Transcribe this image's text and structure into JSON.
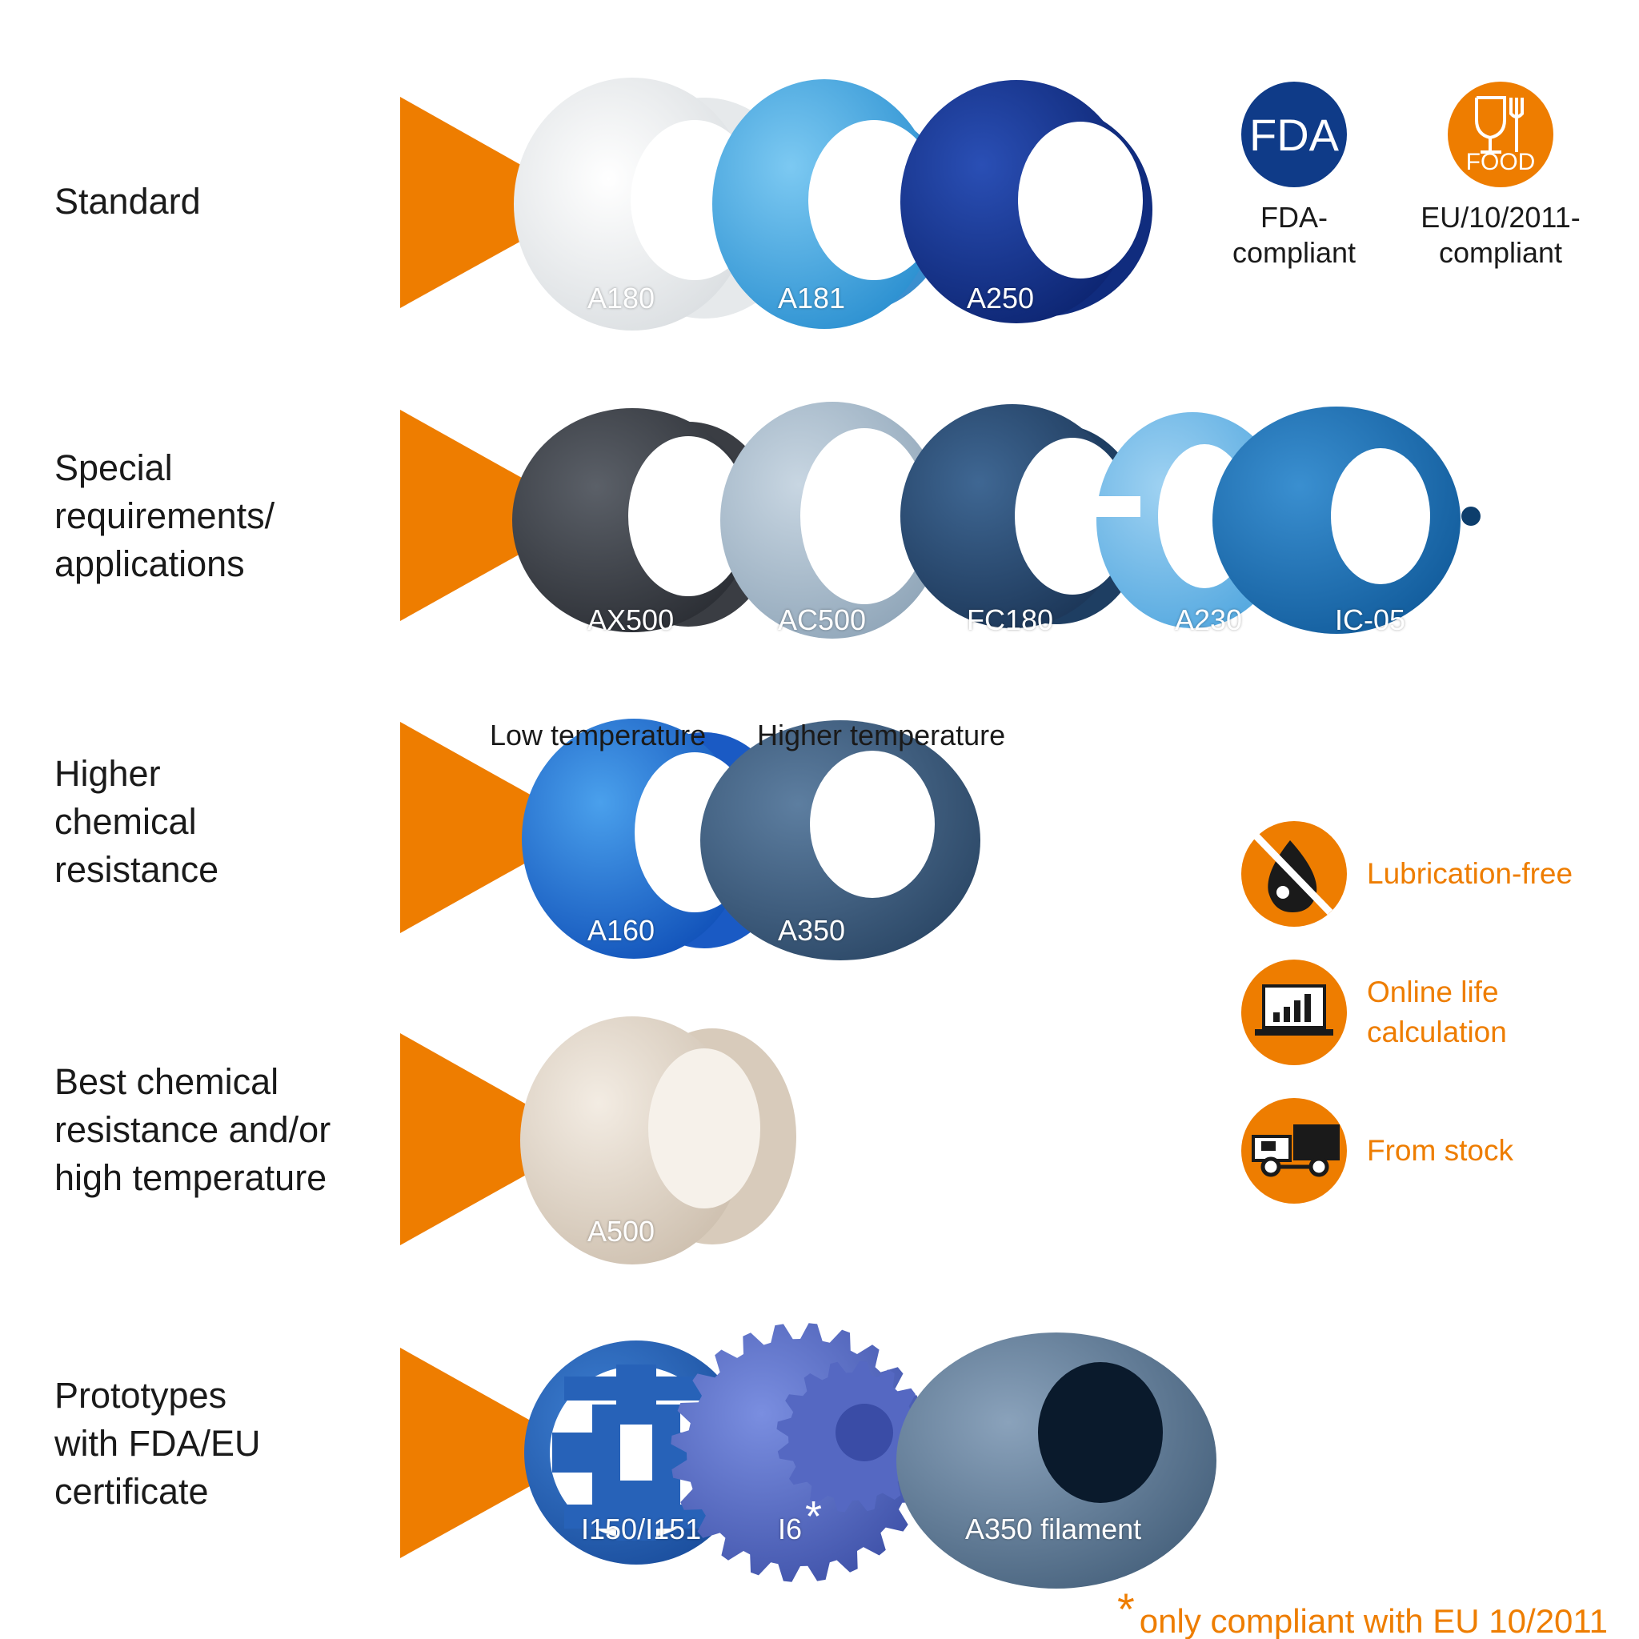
{
  "colors": {
    "accent": "#ee7d00",
    "fda_blue": "#0f3b88",
    "text": "#1a1a1a"
  },
  "rows": [
    {
      "label": "Standard",
      "parts": [
        "A180",
        "A181",
        "A250"
      ]
    },
    {
      "label": "Special\nrequirements/\napplications",
      "parts": [
        "AX500",
        "AC500",
        "FC180",
        "A230",
        "IC-05"
      ]
    },
    {
      "label": "Higher\nchemical\nresistance",
      "parts": [
        "A160",
        "A350"
      ],
      "temperature_labels": [
        "Low temperature",
        "Higher temperature"
      ]
    },
    {
      "label": "Best chemical\nresistance and/or\nhigh temperature",
      "parts": [
        "A500"
      ]
    },
    {
      "label": "Prototypes\nwith FDA/EU\ncertificate",
      "parts": [
        "I150/I151",
        "I6",
        "A350 filament"
      ]
    }
  ],
  "badges": {
    "fda": {
      "icon": "fda-badge-icon",
      "text": "FDA",
      "caption": "FDA-\ncompliant"
    },
    "food": {
      "icon": "food-badge-icon",
      "text": "FOOD",
      "caption": "EU/10/2011-\ncompliant"
    }
  },
  "features": [
    {
      "icon": "lubrication-free-icon",
      "label": "Lubrication-free"
    },
    {
      "icon": "laptop-chart-icon",
      "label": "Online life\ncalculation"
    },
    {
      "icon": "truck-icon",
      "label": "From stock"
    }
  ],
  "footnote": {
    "star": "*",
    "text": "only compliant with EU 10/2011"
  },
  "i6_marker": "*"
}
